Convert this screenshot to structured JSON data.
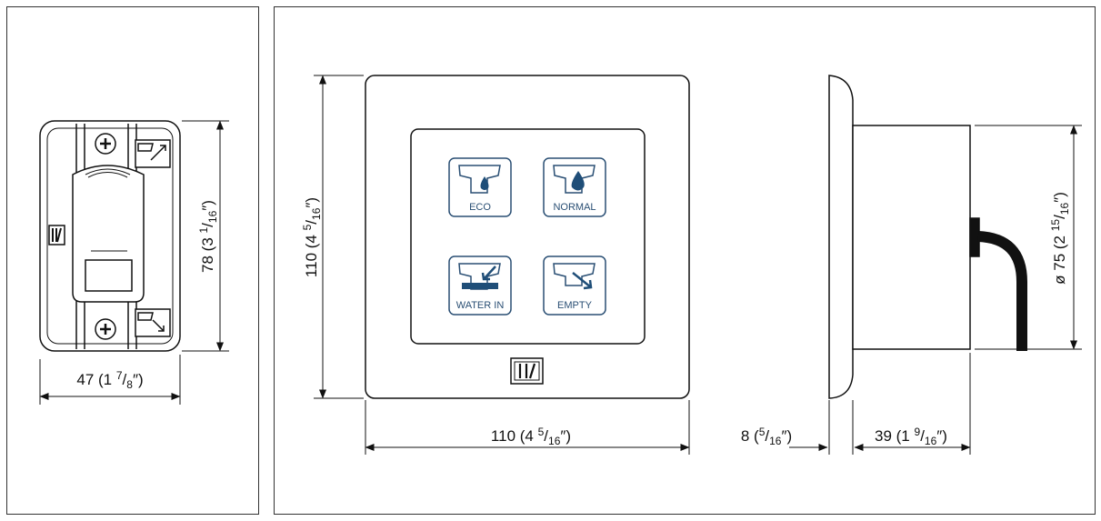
{
  "dimensions": {
    "side_width": {
      "main": "47 (1 ",
      "sup": "7",
      "sub": "8",
      "close": "″)"
    },
    "side_height": {
      "main": "78 (3 ",
      "sup": "1",
      "sub": "16",
      "close": "″)"
    },
    "front_height": {
      "main": "110 (4 ",
      "sup": "5",
      "sub": "16",
      "close": "″)"
    },
    "front_width": {
      "main": "110 (4 ",
      "sup": "5",
      "sub": "16",
      "close": "″)"
    },
    "flange_depth": {
      "main": "8 (",
      "sup": "5",
      "sub": "16",
      "close": "″)"
    },
    "body_depth": {
      "main": "39 (1 ",
      "sup": "9",
      "sub": "16",
      "close": "″)"
    },
    "diameter": {
      "main": "ø 75 (2 ",
      "sup": "15",
      "sub": "16",
      "close": "″)"
    }
  },
  "buttons": {
    "eco": "ECO",
    "normal": "NORMAL",
    "water_in": "WATER IN",
    "empty": "EMPTY"
  },
  "colors": {
    "line": "#1a1a1a",
    "icon_blue": "#1f4e78",
    "label_blue": "#2a4f74",
    "panel_fill": "#ffffff"
  }
}
